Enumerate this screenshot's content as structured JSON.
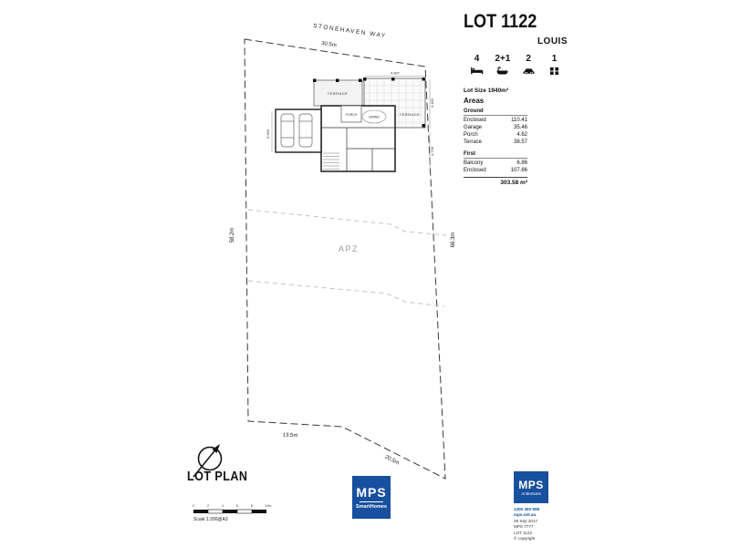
{
  "colors": {
    "brand_blue": "#17509e",
    "line_dark": "#3a3a3a",
    "contour_gray": "#bdbdbd"
  },
  "header": {
    "lot": "LOT 1122",
    "design": "LOUIS",
    "features": [
      {
        "count": "4",
        "icon": "bed-icon"
      },
      {
        "count": "2+1",
        "icon": "bath-icon"
      },
      {
        "count": "2",
        "icon": "car-icon"
      },
      {
        "count": "1",
        "icon": "living-areas-icon"
      }
    ],
    "lot_size": "Lot Size 1940m²"
  },
  "areas": {
    "heading": "Areas",
    "ground_label": "Ground",
    "ground": [
      {
        "name": "Enclosed",
        "value": "110.41"
      },
      {
        "name": "Garage",
        "value": "35.46"
      },
      {
        "name": "Porch",
        "value": "4.62"
      },
      {
        "name": "Terrace",
        "value": "38.57"
      }
    ],
    "first_label": "First",
    "first": [
      {
        "name": "Balcony",
        "value": "6.86"
      },
      {
        "name": "Enclosed",
        "value": "107.66"
      }
    ],
    "total": "303.58 m²"
  },
  "site": {
    "street": "STONEHAVEN WAY",
    "apz": "APZ",
    "dim_top": "30.5m",
    "dim_left": "58.2m",
    "dim_right": "66.3m",
    "dim_bottom_left": "13.5m",
    "dim_bottom_right": "20.5m"
  },
  "plan": {
    "rooms": {
      "terrace_top": "TERRACE",
      "terrace_right": "TERRACE",
      "porch": "PORCH",
      "dining": "DINING"
    },
    "dims": {
      "garage_left": "5.560",
      "pergola_right": "6.455",
      "body_right": "4.736",
      "pergola_top": "4.807"
    }
  },
  "footer": {
    "plan_title": "LOT PLAN",
    "scale_label": "Scale 1:200@A3",
    "scale_ticks": [
      "0",
      "2",
      "4",
      "6",
      "8",
      "10m"
    ],
    "logo_center": {
      "name": "MPS",
      "tagline": "SmartHomes"
    },
    "logo_right": {
      "name": "MPS",
      "tagline": "Andersons"
    },
    "info_lines": [
      "1300 360 898",
      "mps.net.au",
      "28 Sep 2017",
      "MPS 7777",
      "LOT 1122",
      "© copyright"
    ]
  }
}
